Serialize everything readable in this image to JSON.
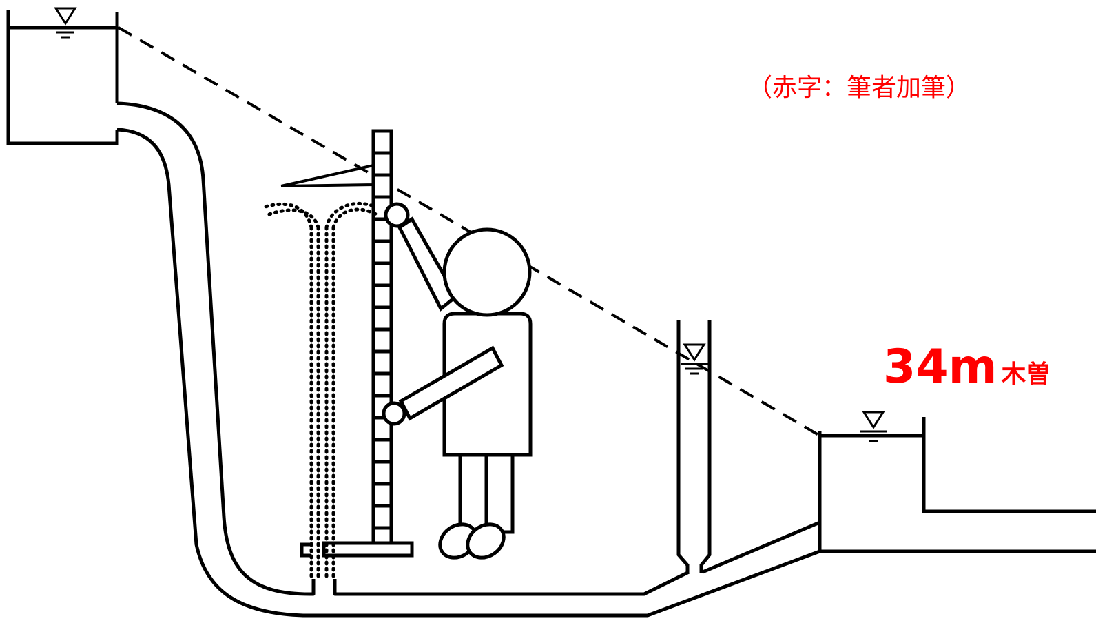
{
  "annotation": {
    "note": "（赤字：筆者加筆）",
    "height_value": "34m",
    "height_suffix": "木曽",
    "color": "#ff0000"
  },
  "colors": {
    "line": "#000000",
    "background": "#ffffff"
  },
  "icons": [
    "water-surface-symbol",
    "person-figure",
    "measuring-staff",
    "water-jet"
  ]
}
